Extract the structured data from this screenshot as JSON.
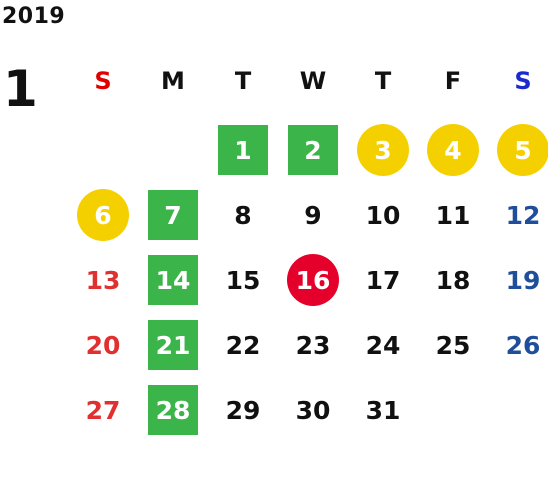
{
  "calendar": {
    "year": "2019",
    "month": "1",
    "weekdays": [
      {
        "label": "S",
        "color": "#e00000"
      },
      {
        "label": "M",
        "color": "#111111"
      },
      {
        "label": "T",
        "color": "#111111"
      },
      {
        "label": "W",
        "color": "#111111"
      },
      {
        "label": "T",
        "color": "#111111"
      },
      {
        "label": "F",
        "color": "#111111"
      },
      {
        "label": "S",
        "color": "#1a2ad0"
      }
    ],
    "weeks": [
      [
        null,
        null,
        {
          "day": "1",
          "mark": "green"
        },
        {
          "day": "2",
          "mark": "green"
        },
        {
          "day": "3",
          "mark": "yellow"
        },
        {
          "day": "4",
          "mark": "yellow"
        },
        {
          "day": "5",
          "mark": "yellow"
        }
      ],
      [
        {
          "day": "6",
          "mark": "yellow"
        },
        {
          "day": "7",
          "mark": "green"
        },
        {
          "day": "8"
        },
        {
          "day": "9"
        },
        {
          "day": "10"
        },
        {
          "day": "11"
        },
        {
          "day": "12"
        }
      ],
      [
        {
          "day": "13"
        },
        {
          "day": "14",
          "mark": "green"
        },
        {
          "day": "15"
        },
        {
          "day": "16",
          "mark": "red"
        },
        {
          "day": "17"
        },
        {
          "day": "18"
        },
        {
          "day": "19"
        }
      ],
      [
        {
          "day": "20"
        },
        {
          "day": "21",
          "mark": "green"
        },
        {
          "day": "22"
        },
        {
          "day": "23"
        },
        {
          "day": "24"
        },
        {
          "day": "25"
        },
        {
          "day": "26"
        }
      ],
      [
        {
          "day": "27"
        },
        {
          "day": "28",
          "mark": "green"
        },
        {
          "day": "29"
        },
        {
          "day": "30"
        },
        {
          "day": "31"
        },
        null,
        null
      ]
    ],
    "mark_colors": {
      "green": "#3bb54a",
      "yellow": "#f5d000",
      "red": "#e5002b",
      "sunday_text": "#e03030",
      "saturday_text": "#1f4e9a"
    }
  }
}
